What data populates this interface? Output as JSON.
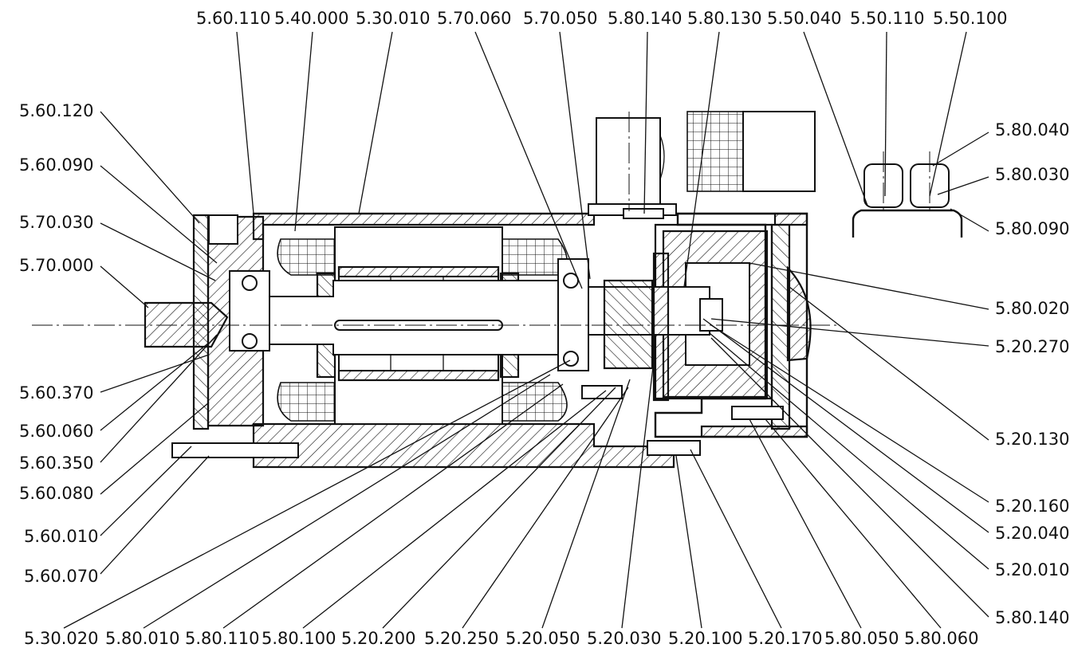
{
  "labels": {
    "top": [
      "5.60.110",
      "5.40.000",
      "5.30.010",
      "5.70.060",
      "5.70.050",
      "5.80.140",
      "5.80.130",
      "5.50.040",
      "5.50.110",
      "5.50.100"
    ],
    "left": [
      "5.60.120",
      "5.60.090",
      "5.70.030",
      "5.70.000",
      "5.60.370",
      "5.60.060",
      "5.60.350",
      "5.60.080",
      "5.60.010",
      "5.60.070"
    ],
    "right": [
      "5.80.040",
      "5.80.030",
      "5.80.090",
      "5.80.020",
      "5.20.270",
      "5.20.130",
      "5.20.160",
      "5.20.040",
      "5.20.010",
      "5.80.140"
    ],
    "bottom": [
      "5.30.020",
      "5.80.010",
      "5.80.110",
      "5.80.100",
      "5.20.200",
      "5.20.250",
      "5.20.050",
      "5.20.030",
      "5.20.100",
      "5.20.170",
      "5.80.050",
      "5.80.060"
    ]
  }
}
